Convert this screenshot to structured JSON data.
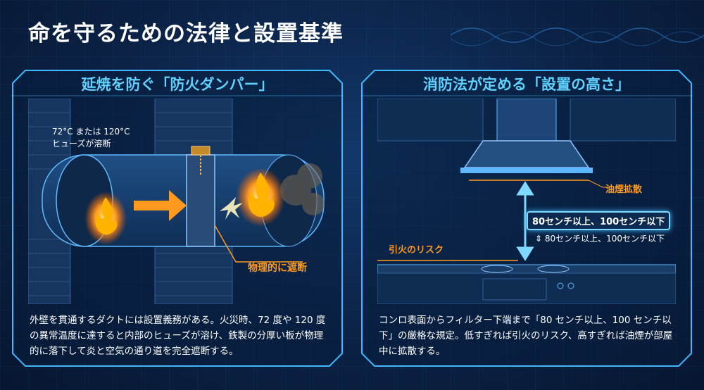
{
  "title": "命を守るための法律と設置基準",
  "left_panel": {
    "heading": "延焼を防ぐ「防火ダンパー」",
    "fuse_label_line1": "72°C または 120°C",
    "fuse_label_line2": "ヒューズが溶断",
    "block_label": "物理的に遮断",
    "description": "外壁を貫通するダクトには設置義務がある。火災時、72 度や 120 度の異常温度に達すると内部のヒューズが溶け、鉄製の分厚い板が物理的に落下して炎と空気の通り道を完全遮断する。"
  },
  "right_panel": {
    "heading": "消防法が定める「設置の高さ」",
    "smoke_label": "油煙拡散",
    "height_box": "80センチ以上、100センチ以下",
    "height_sub": "80センチ以上、100センチ以下",
    "risk_label": "引火のリスク",
    "description": "コンロ表面からフィルター下端まで「80 センチ以上、100 センチ以下」の厳格な規定。低すぎれば引火のリスク、高すぎれば油煙が部屋中に拡散する。"
  },
  "colors": {
    "accent": "#5fd2ff",
    "orange": "#ff9a1f",
    "background": "#0a1f3d"
  },
  "icons": [
    "flame-icon",
    "arrow-icon",
    "height-arrow-icon"
  ]
}
